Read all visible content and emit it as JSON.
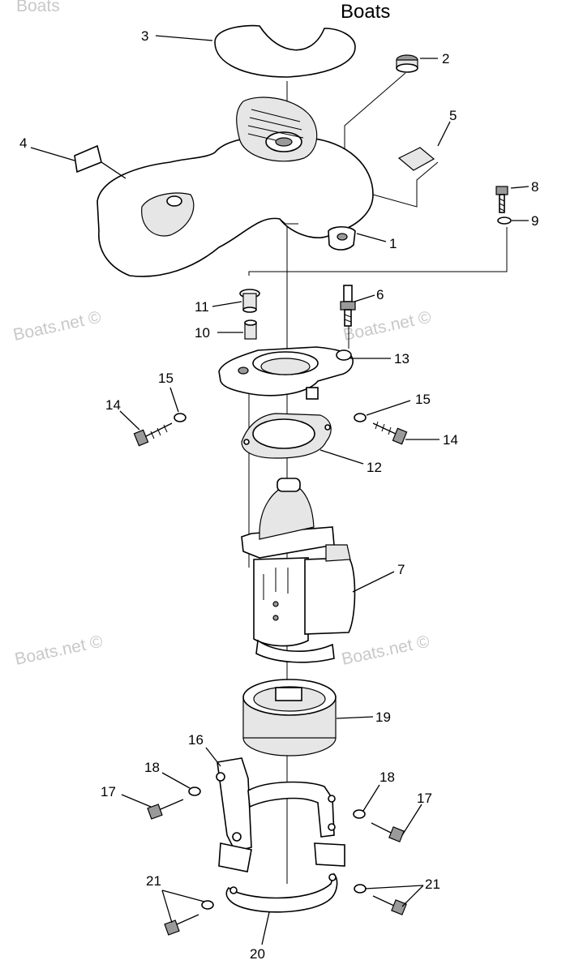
{
  "watermarks": {
    "top_right": "Boats",
    "top_left": "Boats",
    "mid_left": "Boats.net ©",
    "mid_right": "Boats.net ©",
    "low_left": "Boats.net ©",
    "low_right": "Boats.net ©"
  },
  "callouts": {
    "c1": "1",
    "c2": "2",
    "c3": "3",
    "c4": "4",
    "c5": "5",
    "c6": "6",
    "c7": "7",
    "c8": "8",
    "c9": "9",
    "c10": "10",
    "c11": "11",
    "c12": "12",
    "c13": "13",
    "c14a": "14",
    "c14b": "14",
    "c15a": "15",
    "c15b": "15",
    "c16": "16",
    "c17a": "17",
    "c17b": "17",
    "c18a": "18",
    "c18b": "18",
    "c19": "19",
    "c20": "20",
    "c21a": "21",
    "c21b": "21"
  }
}
